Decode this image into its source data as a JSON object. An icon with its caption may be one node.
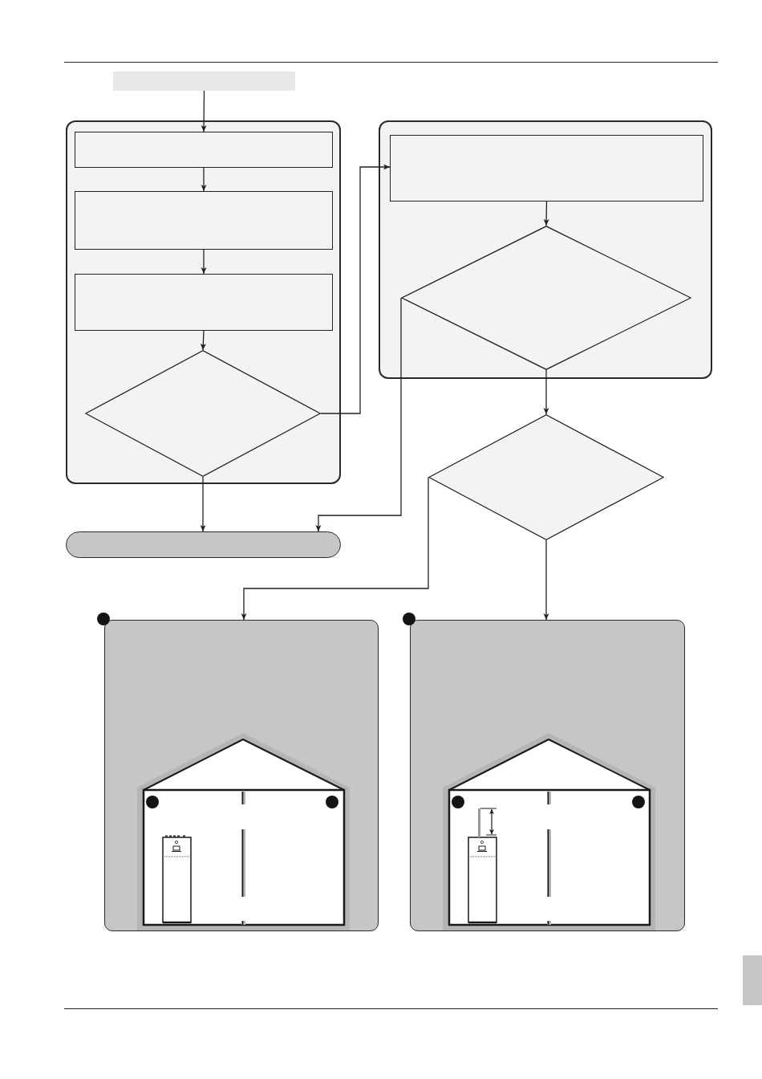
{
  "diagram": {
    "nodes": [
      {
        "text": [],
        "shape": "box"
      },
      {
        "text": [],
        "shape": "box"
      },
      {
        "text": [],
        "shape": "box",
        "in": 1
      },
      {
        "text": [],
        "shape": "box",
        "in": 1
      },
      {
        "text": [],
        "shape": "box",
        "in": 1
      },
      {
        "text": [],
        "shape": "diamond",
        "in": 1
      },
      {
        "text": [],
        "shape": "box"
      },
      {
        "text": [],
        "shape": "box",
        "in": 6
      },
      {
        "text": [],
        "shape": "diamond",
        "in": 6
      },
      {
        "text": [],
        "shape": "diamond"
      },
      {
        "text": [],
        "shape": "pill"
      },
      {
        "text": [],
        "shape": "box"
      },
      {
        "text": [],
        "shape": "box"
      }
    ],
    "edges": [
      {
        "from": 0,
        "to": 2,
        "arrow": "to"
      },
      {
        "from": 2,
        "to": 3,
        "arrow": "to"
      },
      {
        "from": 3,
        "to": 4,
        "arrow": "to"
      },
      {
        "from": 4,
        "to": 5,
        "arrow": "to"
      },
      {
        "from": 5,
        "to": 7,
        "arrow": "to"
      },
      {
        "from": 5,
        "to": 10,
        "arrow": "to"
      },
      {
        "from": 7,
        "to": 8,
        "arrow": "to"
      },
      {
        "from": 8,
        "to": 10,
        "arrow": "to"
      },
      {
        "from": 8,
        "to": 9,
        "arrow": "to"
      },
      {
        "from": 9,
        "to": 11,
        "arrow": "to"
      },
      {
        "from": 9,
        "to": 12,
        "arrow": "to"
      }
    ]
  }
}
